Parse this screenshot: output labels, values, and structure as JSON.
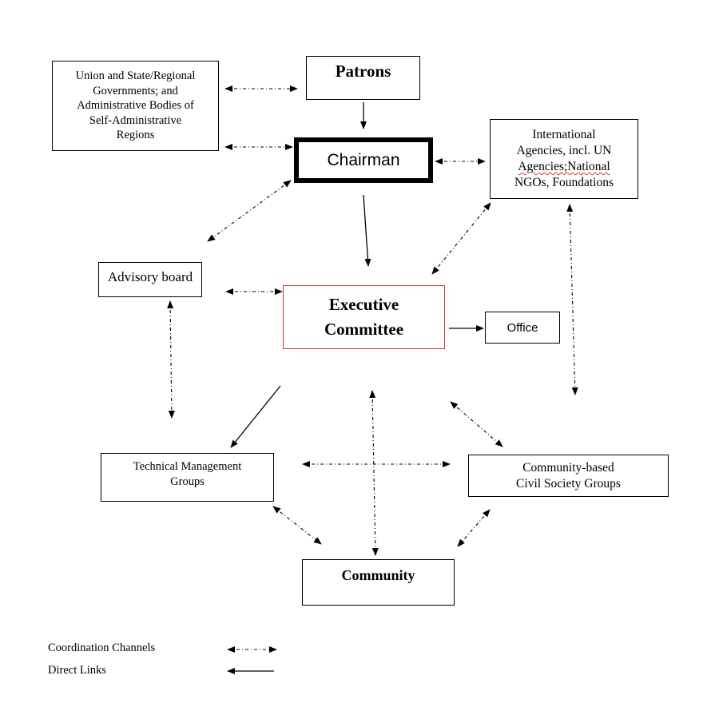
{
  "nodes": {
    "union_gov": {
      "lines": [
        "Union and State/Regional",
        "Governments; and",
        "Administrative Bodies of",
        "Self-Administrative",
        "Regions"
      ]
    },
    "patrons": {
      "label": "Patrons"
    },
    "chairman": {
      "label": "Chairman"
    },
    "international": {
      "lines": [
        "International",
        "Agencies, incl. UN",
        "Agencies;National",
        "NGOs, Foundations"
      ]
    },
    "advisory": {
      "label": "Advisory board"
    },
    "executive": {
      "lines": [
        "Executive",
        "Committee"
      ]
    },
    "office": {
      "label": "Office"
    },
    "technical": {
      "lines": [
        "Technical Management",
        "Groups"
      ]
    },
    "civil_society": {
      "lines": [
        "Community-based",
        "Civil Society Groups"
      ]
    },
    "community": {
      "label": "Community"
    }
  },
  "edges": [
    {
      "from": "patrons",
      "to": "chairman",
      "type": "direct"
    },
    {
      "from": "chairman",
      "to": "executive",
      "type": "direct"
    },
    {
      "from": "executive",
      "to": "office",
      "type": "direct"
    },
    {
      "from": "executive",
      "to": "technical",
      "type": "direct"
    },
    {
      "from": "union_gov",
      "to": "patrons",
      "type": "coordination"
    },
    {
      "from": "union_gov",
      "to": "chairman",
      "type": "coordination"
    },
    {
      "from": "chairman",
      "to": "international",
      "type": "coordination"
    },
    {
      "from": "chairman",
      "to": "advisory",
      "type": "coordination"
    },
    {
      "from": "advisory",
      "to": "executive",
      "type": "coordination"
    },
    {
      "from": "international",
      "to": "executive",
      "type": "coordination"
    },
    {
      "from": "international",
      "to": "civil_society",
      "type": "coordination"
    },
    {
      "from": "advisory",
      "to": "technical",
      "type": "coordination"
    },
    {
      "from": "executive",
      "to": "community",
      "type": "coordination"
    },
    {
      "from": "executive",
      "to": "civil_society",
      "type": "coordination"
    },
    {
      "from": "technical",
      "to": "civil_society",
      "type": "coordination"
    },
    {
      "from": "technical",
      "to": "community",
      "type": "coordination"
    },
    {
      "from": "civil_society",
      "to": "community",
      "type": "coordination"
    }
  ],
  "legend": {
    "coordination": "Coordination Channels",
    "direct": "Direct Links"
  },
  "colors": {
    "executive_border": "#d63a3a",
    "spellcheck_underline": "#d63a3a"
  }
}
